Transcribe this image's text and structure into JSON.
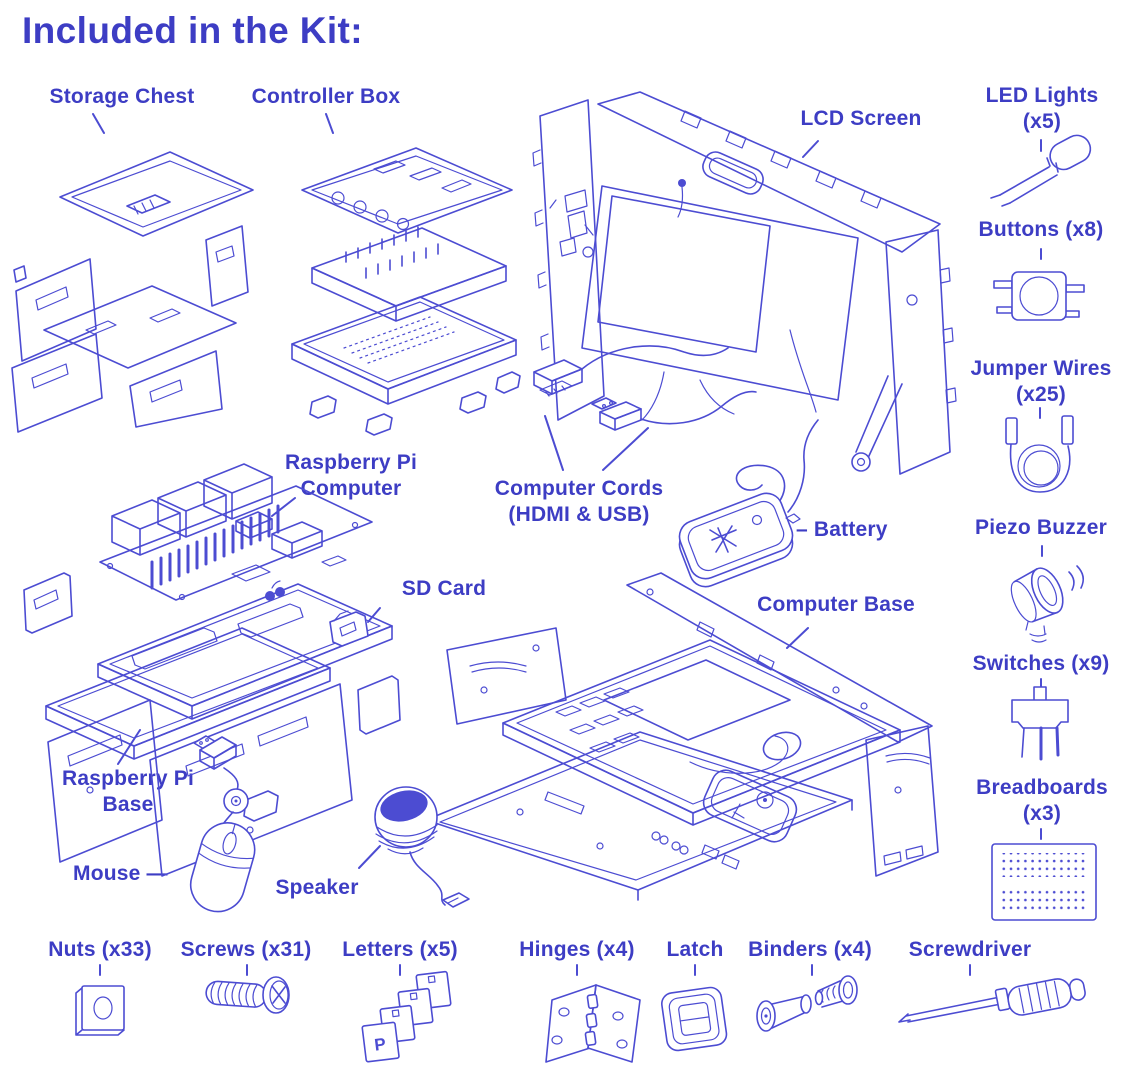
{
  "title": "Included in the Kit:",
  "colors": {
    "ink": "#3d3dc4",
    "line": "#4c4cd2",
    "background": "#ffffff"
  },
  "parts": {
    "storage_chest": {
      "label": "Storage Chest"
    },
    "controller_box": {
      "label": "Controller Box"
    },
    "lcd_screen": {
      "label": "LCD Screen"
    },
    "raspberry_pi_computer": {
      "line1": "Raspberry Pi",
      "line2": "Computer"
    },
    "computer_cords": {
      "line1": "Computer Cords",
      "line2": "(HDMI & USB)"
    },
    "battery": {
      "dash": "–",
      "label": "Battery"
    },
    "sd_card": {
      "label": "SD Card"
    },
    "computer_base": {
      "label": "Computer Base"
    },
    "raspberry_pi_base": {
      "line1": "Raspberry Pi",
      "line2": "Base"
    },
    "mouse": {
      "label": "Mouse",
      "dash": "—"
    },
    "speaker": {
      "label": "Speaker"
    }
  },
  "components": {
    "led_lights": {
      "line1": "LED Lights",
      "line2": "(x5)"
    },
    "buttons": {
      "label": "Buttons (x8)"
    },
    "jumper_wires": {
      "line1": "Jumper Wires",
      "line2": "(x25)"
    },
    "piezo_buzzer": {
      "label": "Piezo Buzzer"
    },
    "switches": {
      "label": "Switches (x9)"
    },
    "breadboards": {
      "line1": "Breadboards",
      "line2": "(x3)"
    }
  },
  "hardware": {
    "nuts": {
      "label": "Nuts (x33)"
    },
    "screws": {
      "label": "Screws (x31)"
    },
    "letters": {
      "label": "Letters (x5)",
      "glyph": "P"
    },
    "hinges": {
      "label": "Hinges (x4)"
    },
    "latch": {
      "label": "Latch"
    },
    "binders": {
      "label": "Binders (x4)"
    },
    "screwdriver": {
      "label": "Screwdriver"
    }
  }
}
